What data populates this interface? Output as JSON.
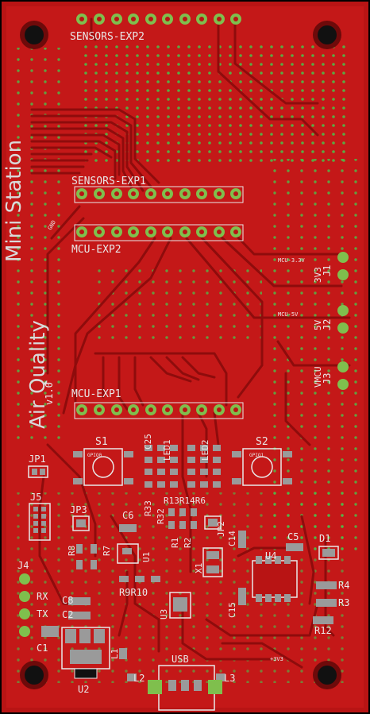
{
  "board": {
    "title_lines": [
      "Air Quality",
      "Mini Station"
    ],
    "version": "v1.0",
    "colors": {
      "background": "#000000",
      "board": "#b81414",
      "copper_top": "#c41818",
      "trace": "#8e0c0c",
      "via": "#49c24a",
      "pad": "#7fbf4d",
      "silk": "#e8e8e8",
      "gray_pad": "#9a9a9a"
    }
  },
  "headers": {
    "sensors_exp2": "SENSORS-EXP2",
    "sensors_exp1": "SENSORS-EXP1",
    "mcu_exp2": "MCU-EXP2",
    "mcu_exp1": "MCU-EXP1"
  },
  "labels": {
    "s1": "S1",
    "s2": "S2",
    "jp1": "JP1",
    "j5": "J5",
    "jp3": "JP3",
    "j4": "J4",
    "rx": "RX",
    "tx": "TX",
    "c6": "C6",
    "r8": "R8",
    "r7": "R7",
    "u1": "U1",
    "r9r10": "R9R10",
    "c8": "C8",
    "c2": "C2",
    "c1": "C1",
    "u2": "U2",
    "l1": "L1",
    "l2": "L2",
    "l3": "L3",
    "usb": "USB",
    "x1": "X1",
    "u3": "U3",
    "u4": "U4",
    "c5": "C5",
    "d1": "D1",
    "r4": "R4",
    "r3": "R3",
    "r12": "R12",
    "c15": "C15",
    "c14": "C14",
    "r1": "R1",
    "r2": "R2",
    "jp2": "JP2",
    "r33": "R33",
    "r32": "R32",
    "r13r14r6": "R13R14R6",
    "c25": "C25",
    "led1": "LED1",
    "led2": "LED2",
    "j1": "J1",
    "j2": "J2",
    "j3": "J3",
    "v3v3": "3V3",
    "v5v": "5V",
    "vmcu": "VMCU",
    "mcu_3v3": "MCU-3.3V",
    "mcu_5v": "MCU-5V",
    "p3v3": "+3V3",
    "gpio0": "GPIO0",
    "gpio1": "GPIO1",
    "gnd": "GND"
  }
}
